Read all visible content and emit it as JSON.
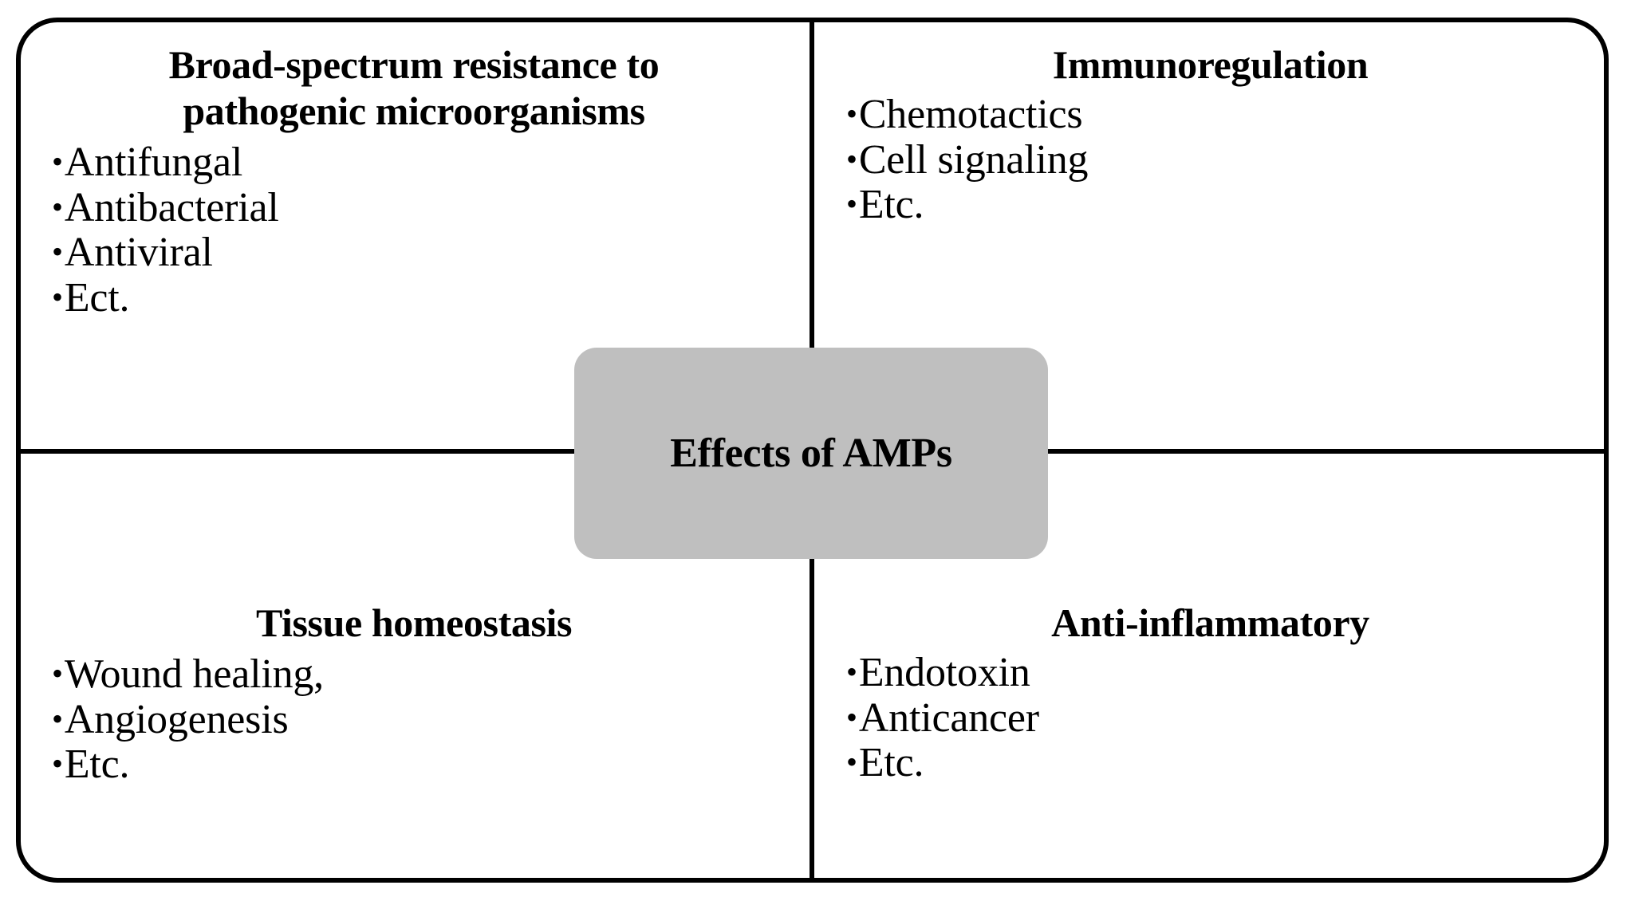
{
  "diagram": {
    "title": "Effects of AMPs",
    "center": {
      "label": "Effects of AMPs",
      "fill_color": "#BFBFBF"
    },
    "frame": {
      "border_color": "#000000",
      "background_color": "#FFFFFF"
    },
    "quadrants": [
      {
        "position": "top-left",
        "heading": "Broad-spectrum resistance to\npathogenic microorganisms",
        "items": [
          "Antifungal",
          "Antibacterial",
          "Antiviral",
          "Ect."
        ],
        "bullet_glyph": "•"
      },
      {
        "position": "top-right",
        "heading": "Immunoregulation",
        "items": [
          "Chemotactics",
          "Cell signaling",
          "Etc."
        ],
        "bullet_glyph": "•"
      },
      {
        "position": "bottom-left",
        "heading": "Tissue homeostasis",
        "items": [
          "Wound healing,",
          "Angiogenesis",
          "Etc."
        ],
        "bullet_glyph": "•"
      },
      {
        "position": "bottom-right",
        "heading": "Anti-inflammatory",
        "items": [
          "Endotoxin",
          "Anticancer",
          "Etc."
        ],
        "bullet_glyph": "•"
      }
    ]
  }
}
